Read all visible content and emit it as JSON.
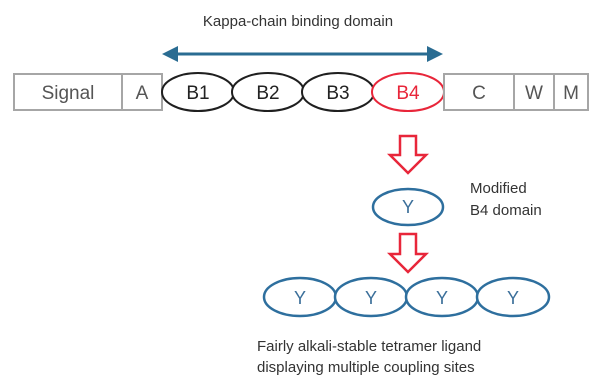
{
  "title": "Kappa-chain binding domain",
  "domains_left": [
    {
      "label": "Signal"
    },
    {
      "label": "A"
    }
  ],
  "domains_binding": [
    {
      "label": "B1",
      "highlight": false
    },
    {
      "label": "B2",
      "highlight": false
    },
    {
      "label": "B3",
      "highlight": false
    },
    {
      "label": "B4",
      "highlight": true
    }
  ],
  "domains_right": [
    {
      "label": "C"
    },
    {
      "label": "W"
    },
    {
      "label": "M"
    }
  ],
  "modified": {
    "oval_label": "Y",
    "caption_line1": "Modified",
    "caption_line2": "B4 domain"
  },
  "tetramer": {
    "oval_labels": [
      "Y",
      "Y",
      "Y",
      "Y"
    ],
    "caption_line1": "Fairly alkali-stable tetramer ligand",
    "caption_line2": "displaying multiple coupling sites"
  },
  "colors": {
    "box_border": "#a6a6a6",
    "oval_border": "#1f1f1f",
    "highlight": "#e8263a",
    "arrow": "#2a6c92",
    "y_oval_border": "#2e6f9e",
    "down_arrow": "#e8263a"
  }
}
